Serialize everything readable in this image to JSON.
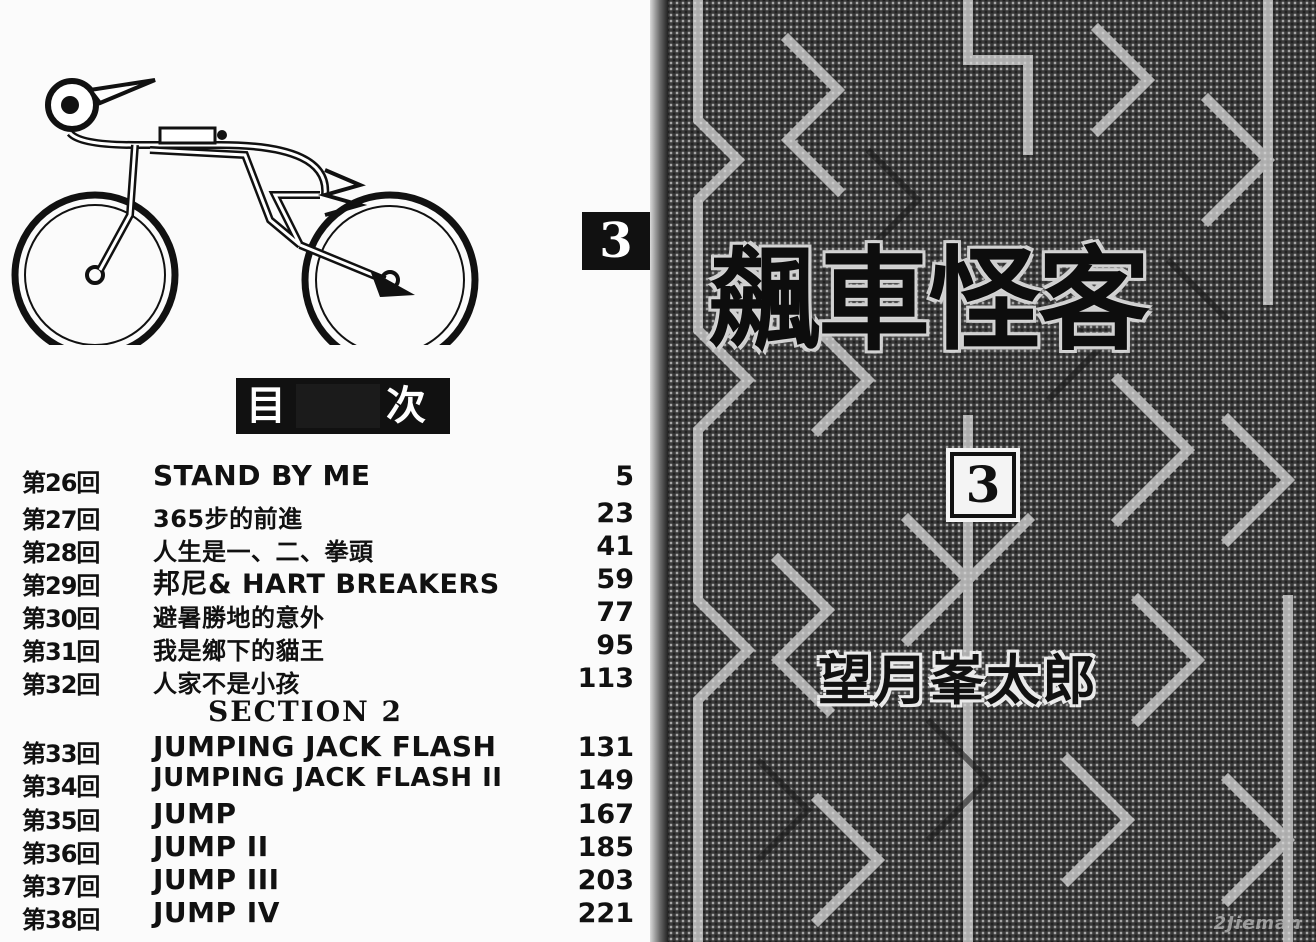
{
  "toc": {
    "heading_left": "目",
    "heading_right": "次",
    "volume_tab": "3",
    "entries": [
      {
        "chapter": "第26回",
        "title": "STAND BY ME",
        "page": "5"
      },
      {
        "chapter": "第27回",
        "title": "365步的前進",
        "page": "23"
      },
      {
        "chapter": "第28回",
        "title": "人生是一、二、拳頭",
        "page": "41"
      },
      {
        "chapter": "第29回",
        "title": "邦尼& HART BREAKERS",
        "page": "59"
      },
      {
        "chapter": "第30回",
        "title": "避暑勝地的意外",
        "page": "77"
      },
      {
        "chapter": "第31回",
        "title": "我是鄉下的貓王",
        "page": "95"
      },
      {
        "chapter": "第32回",
        "title": "人家不是小孩",
        "page": "113"
      },
      {
        "chapter": "第33回",
        "title": "JUMPING JACK FLASH",
        "page": "131"
      },
      {
        "chapter": "第34回",
        "title": "JUMPING JACK FLASH II",
        "page": "149"
      },
      {
        "chapter": "第35回",
        "title": "JUMP",
        "page": "167"
      },
      {
        "chapter": "第36回",
        "title": "JUMP II",
        "page": "185"
      },
      {
        "chapter": "第37回",
        "title": "JUMP III",
        "page": "203"
      },
      {
        "chapter": "第38回",
        "title": "JUMP IV",
        "page": "221"
      }
    ],
    "section_label": "SECTION 2"
  },
  "cover": {
    "title": "飆車怪客",
    "volume": "3",
    "author": "望月峯太郎"
  },
  "watermark": "2Jieman"
}
